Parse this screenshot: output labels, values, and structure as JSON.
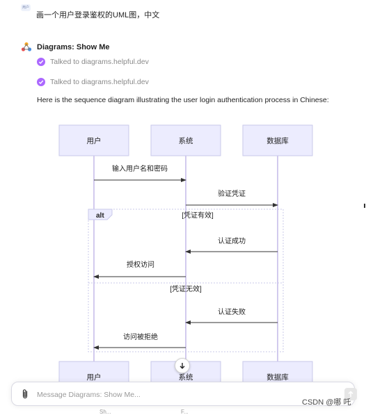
{
  "user_message": {
    "avatar_label": "用户",
    "text": "画一个用户登录鉴权的UML图，中文"
  },
  "assistant": {
    "name": "Diagrams: Show Me",
    "tool_calls": [
      "Talked to diagrams.helpful.dev",
      "Talked to diagrams.helpful.dev"
    ],
    "text": "Here is the sequence diagram illustrating the user login authentication process in Chinese:"
  },
  "diagram": {
    "participants": [
      "用户",
      "系统",
      "数据库"
    ],
    "messages": [
      {
        "label": "输入用户名和密码"
      },
      {
        "label": "验证凭证"
      },
      {
        "label": "认证成功"
      },
      {
        "label": "授权访问"
      },
      {
        "label": "认证失败"
      },
      {
        "label": "访问被拒绝"
      }
    ],
    "fragment": {
      "operator": "alt",
      "conditions": [
        "[凭证有效]",
        "[凭证无效]"
      ]
    }
  },
  "background_text": [
    "Sh...",
    "F..."
  ],
  "composer": {
    "placeholder": "Message Diagrams: Show Me..."
  },
  "watermark": "CSDN @哪 吒",
  "colors": {
    "accent": "#ab68ff",
    "participant_fill": "#ececfe",
    "participant_border": "#c9c9ea",
    "lifeline": "#c3b8e8"
  },
  "icons": {
    "check": "check-icon",
    "attach": "paperclip-icon",
    "send": "arrow-up-icon",
    "scroll": "arrow-down-icon"
  }
}
